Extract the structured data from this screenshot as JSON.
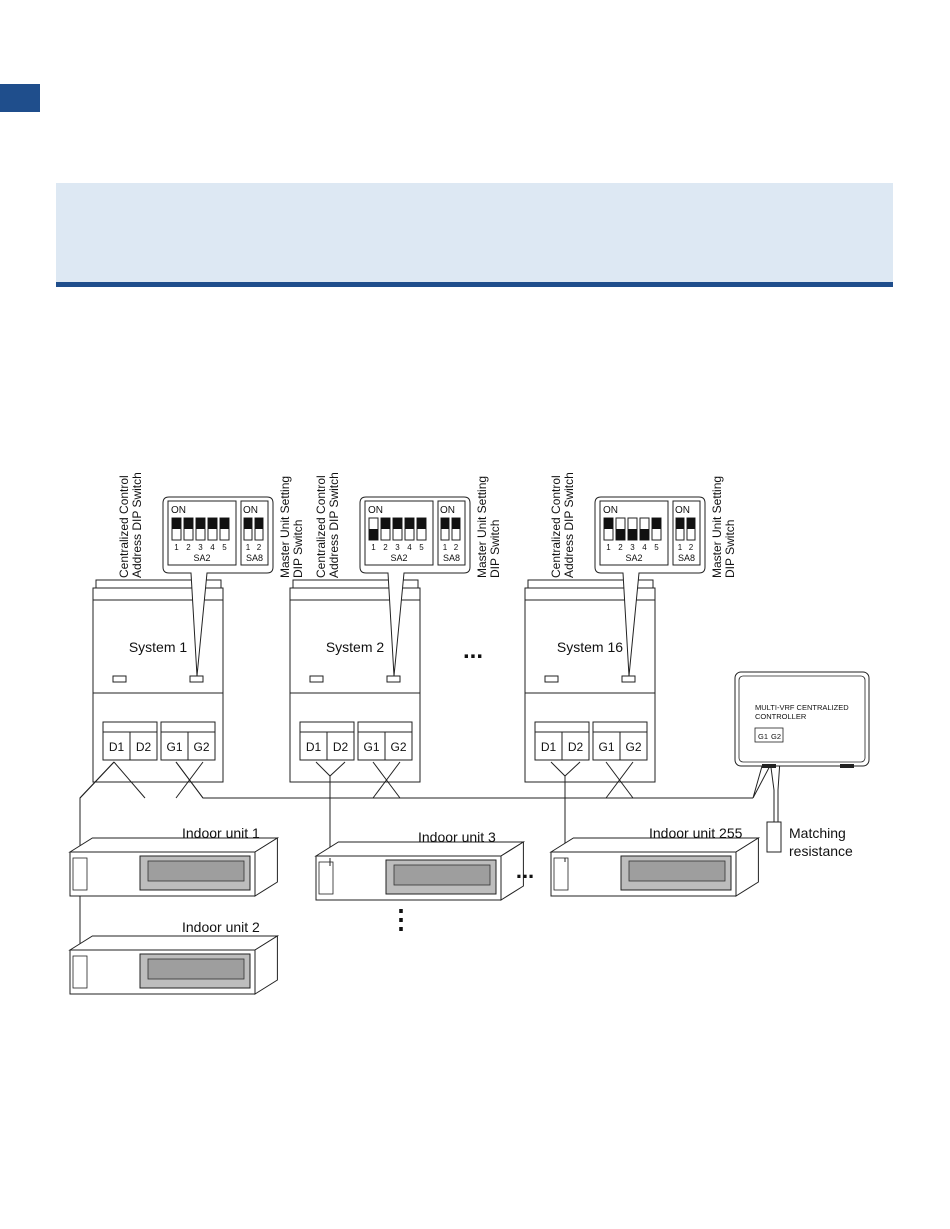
{
  "outdoor_units": [
    {
      "label": "System 1",
      "sa2_on": [
        true,
        true,
        true,
        true,
        true
      ],
      "sa8_on": [
        true,
        true
      ]
    },
    {
      "label": "System 2",
      "sa2_on": [
        false,
        true,
        true,
        true,
        true
      ],
      "sa8_on": [
        true,
        true
      ]
    },
    {
      "label": "System 16",
      "sa2_on": [
        true,
        false,
        false,
        false,
        true
      ],
      "sa8_on": [
        true,
        true
      ]
    }
  ],
  "dip": {
    "on_label": "ON",
    "sa2_numbers": [
      "1",
      "2",
      "3",
      "4",
      "5"
    ],
    "sa8_numbers": [
      "1",
      "2"
    ],
    "sa2_name": "SA2",
    "sa8_name": "SA8",
    "centralized_line1": "Centralized Control",
    "centralized_line2": "Address DIP Switch",
    "master_line1": "Master Unit Setting",
    "master_line2": "DIP Switch"
  },
  "terminals": [
    "D1",
    "D2",
    "G1",
    "G2"
  ],
  "ellipsis": "...",
  "vertical_dots": "⋮",
  "controller": {
    "line1": "MULTI-VRF CENTRALIZED",
    "line2": "CONTROLLER",
    "terminal_g1": "G1",
    "terminal_g2": "G2"
  },
  "indoor_units": [
    {
      "label": "Indoor unit 1"
    },
    {
      "label": "Indoor unit 2"
    },
    {
      "label": "Indoor unit 3"
    },
    {
      "label": "Indoor unit 255"
    }
  ],
  "matching_resistance": {
    "line1": "Matching",
    "line2": "resistance"
  }
}
